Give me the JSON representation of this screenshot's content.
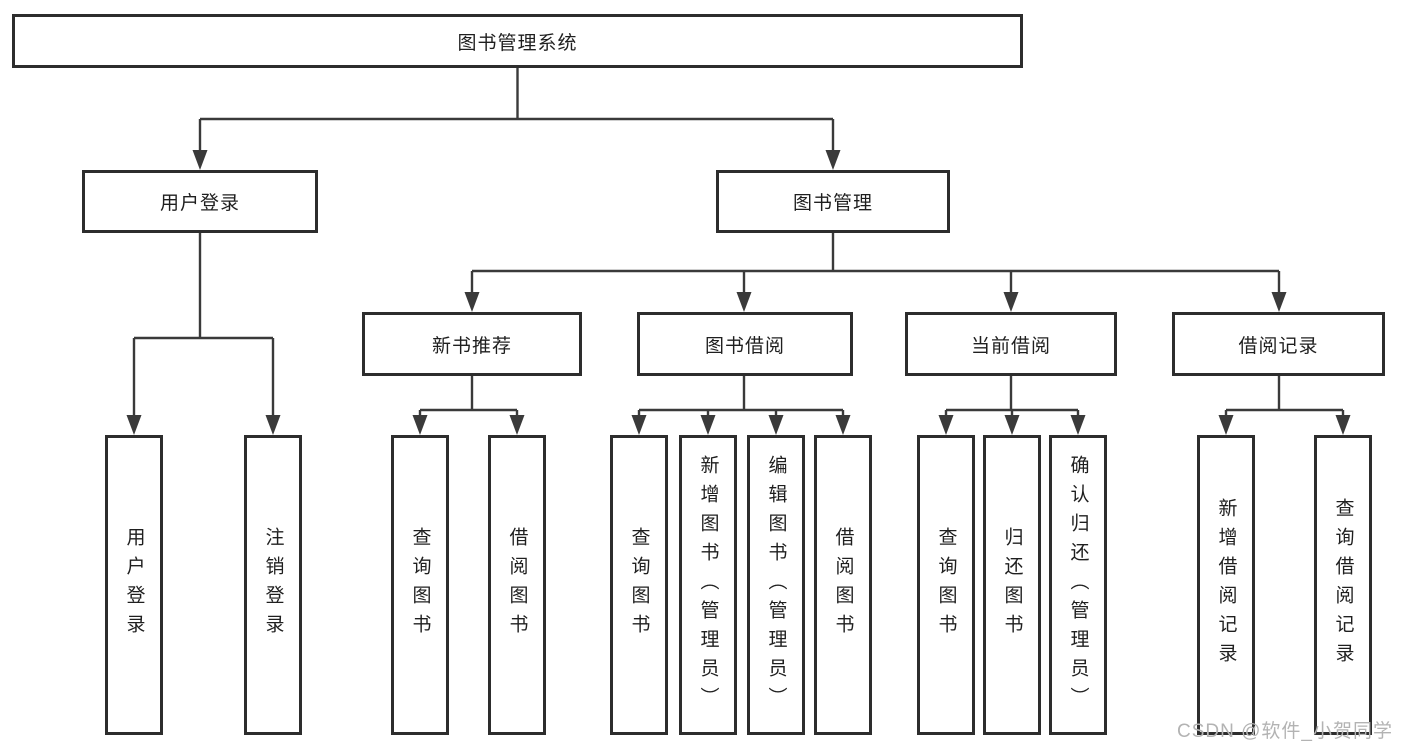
{
  "tree": {
    "label": "图书管理系统",
    "children": [
      {
        "label": "用户登录",
        "children": [
          {
            "label": "用户登录"
          },
          {
            "label": "注销登录"
          }
        ]
      },
      {
        "label": "图书管理",
        "children": [
          {
            "label": "新书推荐",
            "children": [
              {
                "label": "查询图书"
              },
              {
                "label": "借阅图书"
              }
            ]
          },
          {
            "label": "图书借阅",
            "children": [
              {
                "label": "查询图书"
              },
              {
                "label": "新增图书（管理员）"
              },
              {
                "label": "编辑图书（管理员）"
              },
              {
                "label": "借阅图书"
              }
            ]
          },
          {
            "label": "当前借阅",
            "children": [
              {
                "label": "查询图书"
              },
              {
                "label": "归还图书"
              },
              {
                "label": "确认归还（管理员）"
              }
            ]
          },
          {
            "label": "借阅记录",
            "children": [
              {
                "label": "新增借阅记录"
              },
              {
                "label": "查询借阅记录"
              }
            ]
          }
        ]
      }
    ]
  },
  "watermark": {
    "text": "CSDN @软件_小贺同学"
  },
  "colors": {
    "line": "#3a3a3a",
    "box_border": "#2d2d2d",
    "text": "#1f1f1f",
    "watermark": "#b3b3b3",
    "background": "#ffffff"
  }
}
